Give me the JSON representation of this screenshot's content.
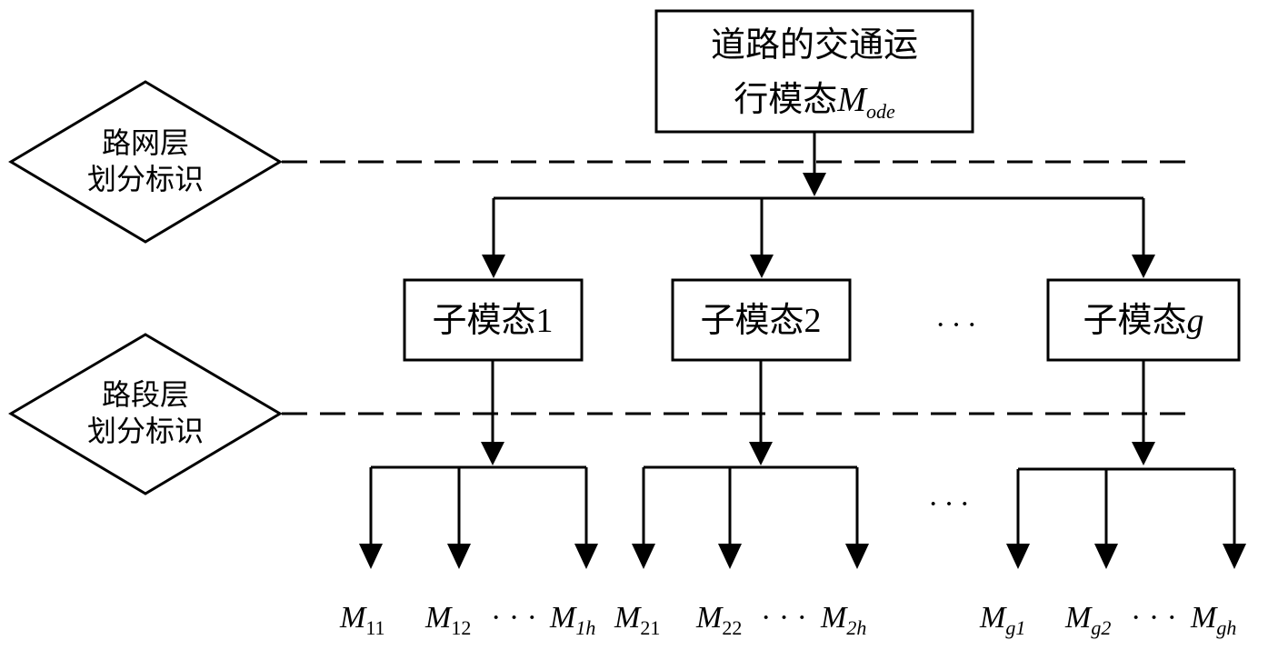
{
  "root": {
    "line1": "道路的交通运",
    "line2_prefix": "行模态",
    "line2_var": "M",
    "line2_sub": "ode"
  },
  "markers": [
    {
      "line1": "路网层",
      "line2": "划分标识"
    },
    {
      "line1": "路段层",
      "line2": "划分标识"
    }
  ],
  "submodes": [
    {
      "prefix": "子模态",
      "num": "1",
      "italic": false
    },
    {
      "prefix": "子模态",
      "num": "2",
      "italic": false
    },
    {
      "prefix": "子模态",
      "num": "g",
      "italic": true
    }
  ],
  "ellipsis": "···",
  "leaves": [
    [
      {
        "var": "M",
        "sub": "11"
      },
      {
        "var": "M",
        "sub": "12"
      },
      {
        "dots": "· · ·"
      },
      {
        "var": "M",
        "sub": "1h"
      }
    ],
    [
      {
        "var": "M",
        "sub": "21"
      },
      {
        "var": "M",
        "sub": "22"
      },
      {
        "dots": "· · ·"
      },
      {
        "var": "M",
        "sub": "2h"
      }
    ],
    [
      {
        "var": "M",
        "sub": "g1"
      },
      {
        "var": "M",
        "sub": "g2"
      },
      {
        "dots": "· · ·"
      },
      {
        "var": "M",
        "sub": "gh"
      }
    ]
  ]
}
